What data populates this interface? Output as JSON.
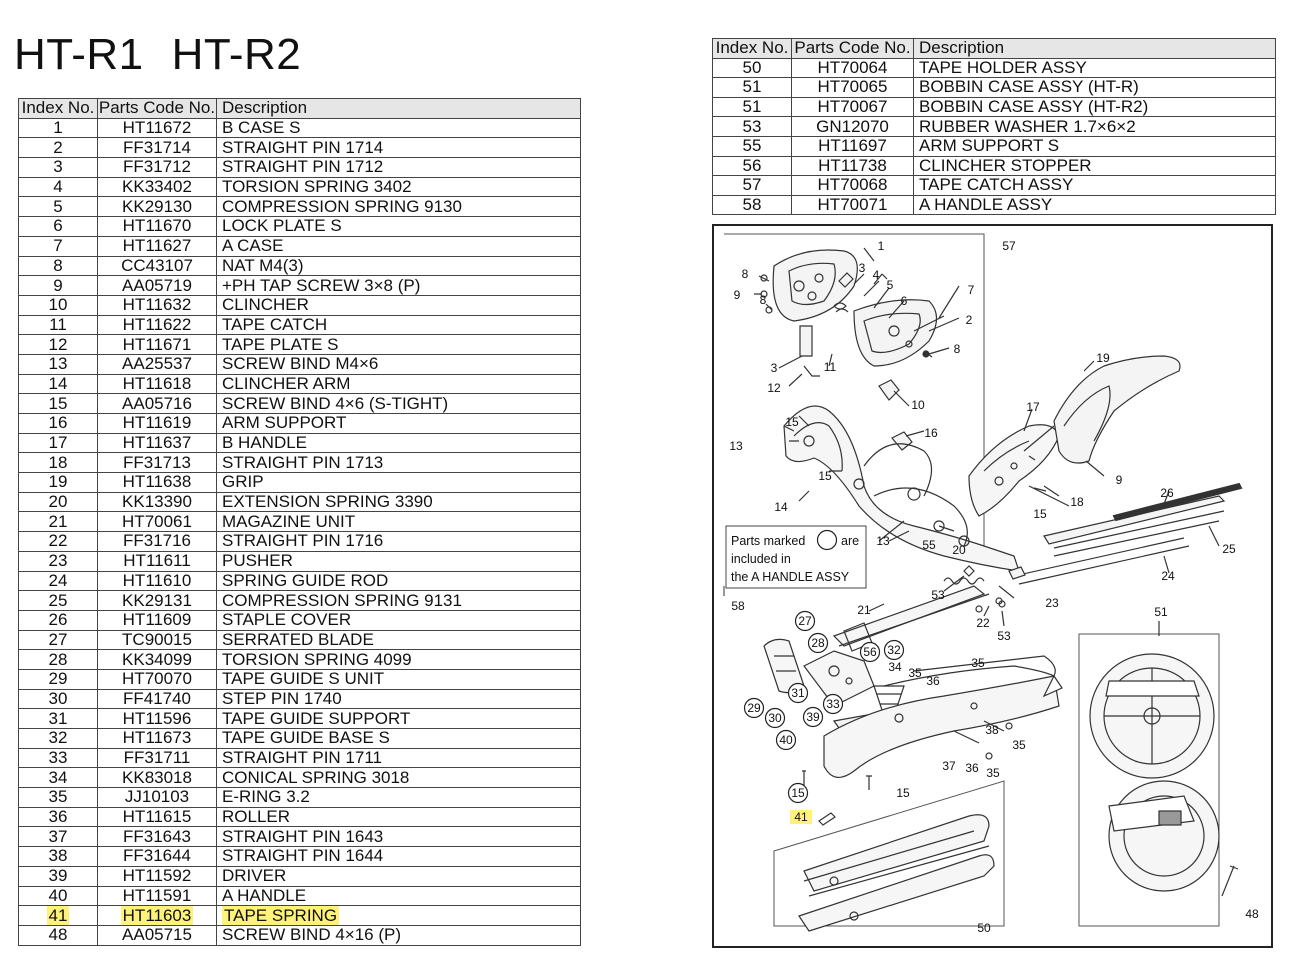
{
  "title": [
    "HT-R1",
    "HT-R2"
  ],
  "columns": [
    "Index No.",
    "Parts Code No.",
    "Description"
  ],
  "left_rows": [
    [
      "1",
      "HT11672",
      "B CASE S"
    ],
    [
      "2",
      "FF31714",
      "STRAIGHT PIN 1714"
    ],
    [
      "3",
      "FF31712",
      "STRAIGHT PIN 1712"
    ],
    [
      "4",
      "KK33402",
      "TORSION SPRING 3402"
    ],
    [
      "5",
      "KK29130",
      "COMPRESSION SPRING 9130"
    ],
    [
      "6",
      "HT11670",
      "LOCK PLATE S"
    ],
    [
      "7",
      "HT11627",
      "A CASE"
    ],
    [
      "8",
      "CC43107",
      "NAT M4(3)"
    ],
    [
      "9",
      "AA05719",
      "+PH TAP SCREW 3×8 (P)"
    ],
    [
      "10",
      "HT11632",
      "CLINCHER"
    ],
    [
      "11",
      "HT11622",
      "TAPE CATCH"
    ],
    [
      "12",
      "HT11671",
      "TAPE PLATE S"
    ],
    [
      "13",
      "AA25537",
      "SCREW BIND M4×6"
    ],
    [
      "14",
      "HT11618",
      "CLINCHER ARM"
    ],
    [
      "15",
      "AA05716",
      "SCREW BIND 4×6 (S-TIGHT)"
    ],
    [
      "16",
      "HT11619",
      "ARM SUPPORT"
    ],
    [
      "17",
      "HT11637",
      "B HANDLE"
    ],
    [
      "18",
      "FF31713",
      "STRAIGHT PIN 1713"
    ],
    [
      "19",
      "HT11638",
      "GRIP"
    ],
    [
      "20",
      "KK13390",
      "EXTENSION SPRING 3390"
    ],
    [
      "21",
      "HT70061",
      "MAGAZINE UNIT"
    ],
    [
      "22",
      "FF31716",
      "STRAIGHT PIN 1716"
    ],
    [
      "23",
      "HT11611",
      "PUSHER"
    ],
    [
      "24",
      "HT11610",
      "SPRING GUIDE ROD"
    ],
    [
      "25",
      "KK29131",
      "COMPRESSION SPRING 9131"
    ],
    [
      "26",
      "HT11609",
      "STAPLE COVER"
    ],
    [
      "27",
      "TC90015",
      "SERRATED BLADE"
    ],
    [
      "28",
      "KK34099",
      "TORSION SPRING 4099"
    ],
    [
      "29",
      "HT70070",
      "TAPE GUIDE S UNIT"
    ],
    [
      "30",
      "FF41740",
      "STEP PIN 1740"
    ],
    [
      "31",
      "HT11596",
      "TAPE GUIDE SUPPORT"
    ],
    [
      "32",
      "HT11673",
      "TAPE GUIDE BASE S"
    ],
    [
      "33",
      "FF31711",
      "STRAIGHT PIN 1711"
    ],
    [
      "34",
      "KK83018",
      "CONICAL SPRING 3018"
    ],
    [
      "35",
      "JJ10103",
      "E-RING 3.2"
    ],
    [
      "36",
      "HT11615",
      "ROLLER"
    ],
    [
      "37",
      "FF31643",
      "STRAIGHT PIN 1643"
    ],
    [
      "38",
      "FF31644",
      "STRAIGHT PIN 1644"
    ],
    [
      "39",
      "HT11592",
      "DRIVER"
    ],
    [
      "40",
      "HT11591",
      "A HANDLE"
    ],
    [
      "41",
      "HT11603",
      "TAPE SPRING"
    ],
    [
      "48",
      "AA05715",
      "SCREW BIND 4×16 (P)"
    ]
  ],
  "highlighted_index": "41",
  "right_rows": [
    [
      "50",
      "HT70064",
      "TAPE HOLDER ASSY"
    ],
    [
      "51",
      "HT70065",
      "BOBBIN CASE ASSY (HT-R)"
    ],
    [
      "51",
      "HT70067",
      "BOBBIN CASE ASSY (HT-R2)"
    ],
    [
      "53",
      "GN12070",
      "RUBBER WASHER 1.7×6×2"
    ],
    [
      "55",
      "HT11697",
      "ARM SUPPORT S"
    ],
    [
      "56",
      "HT11738",
      "CLINCHER STOPPER"
    ],
    [
      "57",
      "HT70068",
      "TAPE CATCH ASSY"
    ],
    [
      "58",
      "HT70071",
      "A HANDLE ASSY"
    ]
  ],
  "diagram": {
    "note_lines": [
      "Parts marked",
      "are",
      "included in",
      "the A HANDLE ASSY"
    ],
    "highlight_color": "#fff27a",
    "labels": {
      "l1": "1",
      "l2": "2",
      "l3a": "3",
      "l3b": "3",
      "l4": "4",
      "l5": "5",
      "l6": "6",
      "l7": "7",
      "l8a": "8",
      "l8b": "8",
      "l8c": "8",
      "l9a": "9",
      "l9b": "9",
      "l10": "10",
      "l11": "11",
      "l12": "12",
      "l13a": "13",
      "l13b": "13",
      "l14": "14",
      "l15a": "15",
      "l15b": "15",
      "l15c": "15",
      "l16": "16",
      "l17": "17",
      "l18": "18",
      "l19": "19",
      "l20": "20",
      "l21": "21",
      "l22": "22",
      "l23": "23",
      "l24": "24",
      "l25": "25",
      "l26": "26",
      "l27": "27",
      "l28": "28",
      "l29": "29",
      "l30": "30",
      "l31": "31",
      "l32": "32",
      "l33": "33",
      "l34": "34",
      "l35a": "35",
      "l35b": "35",
      "l35c": "35",
      "l35d": "35",
      "l36a": "36",
      "l36b": "36",
      "l37": "37",
      "l38": "38",
      "l39": "39",
      "l40": "40",
      "l41": "41",
      "l15d": "15",
      "l15e": "15",
      "l48": "48",
      "l50": "50",
      "l51": "51",
      "l53a": "53",
      "l53b": "53",
      "l55": "55",
      "l56": "56",
      "l57": "57",
      "l58": "58"
    }
  }
}
